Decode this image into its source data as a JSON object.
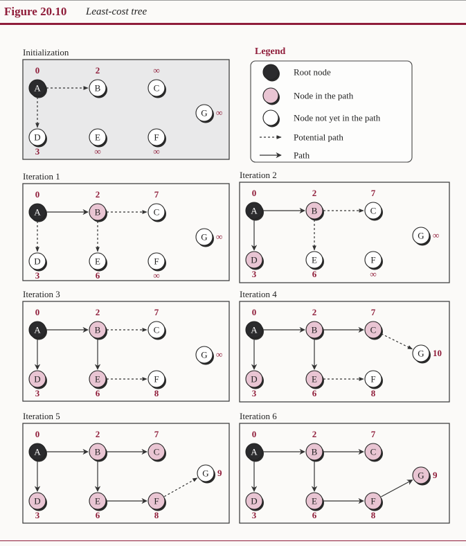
{
  "figure": {
    "number": "Figure 20.10",
    "caption": "Least-cost tree"
  },
  "colors": {
    "root": "#2b2b2d",
    "path": "#e9c5d3",
    "notyet": "#ffffff",
    "accent": "#8f1d3a"
  },
  "legend": {
    "title": "Legend",
    "items": [
      {
        "kind": "root",
        "label": "Root node"
      },
      {
        "kind": "path",
        "label": "Node in the path"
      },
      {
        "kind": "notyet",
        "label": "Node not yet in the path"
      },
      {
        "kind": "potential",
        "label": "Potential path"
      },
      {
        "kind": "path-edge",
        "label": "Path"
      }
    ]
  },
  "panels": [
    {
      "title": "Initialization",
      "shaded": true,
      "nodes": {
        "A": {
          "state": "root",
          "cost": "0"
        },
        "B": {
          "state": "notyet",
          "cost": "2"
        },
        "C": {
          "state": "notyet",
          "cost": "∞"
        },
        "D": {
          "state": "notyet",
          "cost": "3"
        },
        "E": {
          "state": "notyet",
          "cost": "∞"
        },
        "F": {
          "state": "notyet",
          "cost": "∞"
        },
        "G": {
          "state": "notyet",
          "cost": "∞"
        }
      },
      "edges": [
        [
          "A",
          "B",
          "potential"
        ],
        [
          "A",
          "D",
          "potential"
        ]
      ]
    },
    {
      "title": "Iteration 1",
      "nodes": {
        "A": {
          "state": "root",
          "cost": "0"
        },
        "B": {
          "state": "path",
          "cost": "2"
        },
        "C": {
          "state": "notyet",
          "cost": "7"
        },
        "D": {
          "state": "notyet",
          "cost": "3"
        },
        "E": {
          "state": "notyet",
          "cost": "6"
        },
        "F": {
          "state": "notyet",
          "cost": "∞"
        },
        "G": {
          "state": "notyet",
          "cost": "∞"
        }
      },
      "edges": [
        [
          "A",
          "B",
          "path"
        ],
        [
          "A",
          "D",
          "potential"
        ],
        [
          "B",
          "C",
          "potential"
        ],
        [
          "B",
          "E",
          "potential"
        ]
      ]
    },
    {
      "title": "Iteration 2",
      "nodes": {
        "A": {
          "state": "root",
          "cost": "0"
        },
        "B": {
          "state": "path",
          "cost": "2"
        },
        "C": {
          "state": "notyet",
          "cost": "7"
        },
        "D": {
          "state": "path",
          "cost": "3"
        },
        "E": {
          "state": "notyet",
          "cost": "6"
        },
        "F": {
          "state": "notyet",
          "cost": "∞"
        },
        "G": {
          "state": "notyet",
          "cost": "∞"
        }
      },
      "edges": [
        [
          "A",
          "B",
          "path"
        ],
        [
          "A",
          "D",
          "path"
        ],
        [
          "B",
          "C",
          "potential"
        ],
        [
          "B",
          "E",
          "potential"
        ]
      ]
    },
    {
      "title": "Iteration 3",
      "nodes": {
        "A": {
          "state": "root",
          "cost": "0"
        },
        "B": {
          "state": "path",
          "cost": "2"
        },
        "C": {
          "state": "notyet",
          "cost": "7"
        },
        "D": {
          "state": "path",
          "cost": "3"
        },
        "E": {
          "state": "path",
          "cost": "6"
        },
        "F": {
          "state": "notyet",
          "cost": "8"
        },
        "G": {
          "state": "notyet",
          "cost": "∞"
        }
      },
      "edges": [
        [
          "A",
          "B",
          "path"
        ],
        [
          "A",
          "D",
          "path"
        ],
        [
          "B",
          "C",
          "potential"
        ],
        [
          "B",
          "E",
          "path"
        ],
        [
          "E",
          "F",
          "potential"
        ]
      ]
    },
    {
      "title": "Iteration 4",
      "nodes": {
        "A": {
          "state": "root",
          "cost": "0"
        },
        "B": {
          "state": "path",
          "cost": "2"
        },
        "C": {
          "state": "path",
          "cost": "7"
        },
        "D": {
          "state": "path",
          "cost": "3"
        },
        "E": {
          "state": "path",
          "cost": "6"
        },
        "F": {
          "state": "notyet",
          "cost": "8"
        },
        "G": {
          "state": "notyet",
          "cost": "10"
        }
      },
      "edges": [
        [
          "A",
          "B",
          "path"
        ],
        [
          "A",
          "D",
          "path"
        ],
        [
          "B",
          "C",
          "path"
        ],
        [
          "B",
          "E",
          "path"
        ],
        [
          "E",
          "F",
          "potential"
        ],
        [
          "C",
          "G",
          "potential"
        ]
      ]
    },
    {
      "title": "Iteration 5",
      "nodes": {
        "A": {
          "state": "root",
          "cost": "0"
        },
        "B": {
          "state": "path",
          "cost": "2"
        },
        "C": {
          "state": "path",
          "cost": "7"
        },
        "D": {
          "state": "path",
          "cost": "3"
        },
        "E": {
          "state": "path",
          "cost": "6"
        },
        "F": {
          "state": "path",
          "cost": "8"
        },
        "G": {
          "state": "notyet",
          "cost": "9"
        }
      },
      "edges": [
        [
          "A",
          "B",
          "path"
        ],
        [
          "A",
          "D",
          "path"
        ],
        [
          "B",
          "C",
          "path"
        ],
        [
          "B",
          "E",
          "path"
        ],
        [
          "E",
          "F",
          "path"
        ],
        [
          "F",
          "G",
          "potential"
        ]
      ]
    },
    {
      "title": "Iteration 6",
      "nodes": {
        "A": {
          "state": "root",
          "cost": "0"
        },
        "B": {
          "state": "path",
          "cost": "2"
        },
        "C": {
          "state": "path",
          "cost": "7"
        },
        "D": {
          "state": "path",
          "cost": "3"
        },
        "E": {
          "state": "path",
          "cost": "6"
        },
        "F": {
          "state": "path",
          "cost": "8"
        },
        "G": {
          "state": "path",
          "cost": "9"
        }
      },
      "edges": [
        [
          "A",
          "B",
          "path"
        ],
        [
          "A",
          "D",
          "path"
        ],
        [
          "B",
          "C",
          "path"
        ],
        [
          "B",
          "E",
          "path"
        ],
        [
          "E",
          "F",
          "path"
        ],
        [
          "F",
          "G",
          "path"
        ]
      ]
    }
  ]
}
